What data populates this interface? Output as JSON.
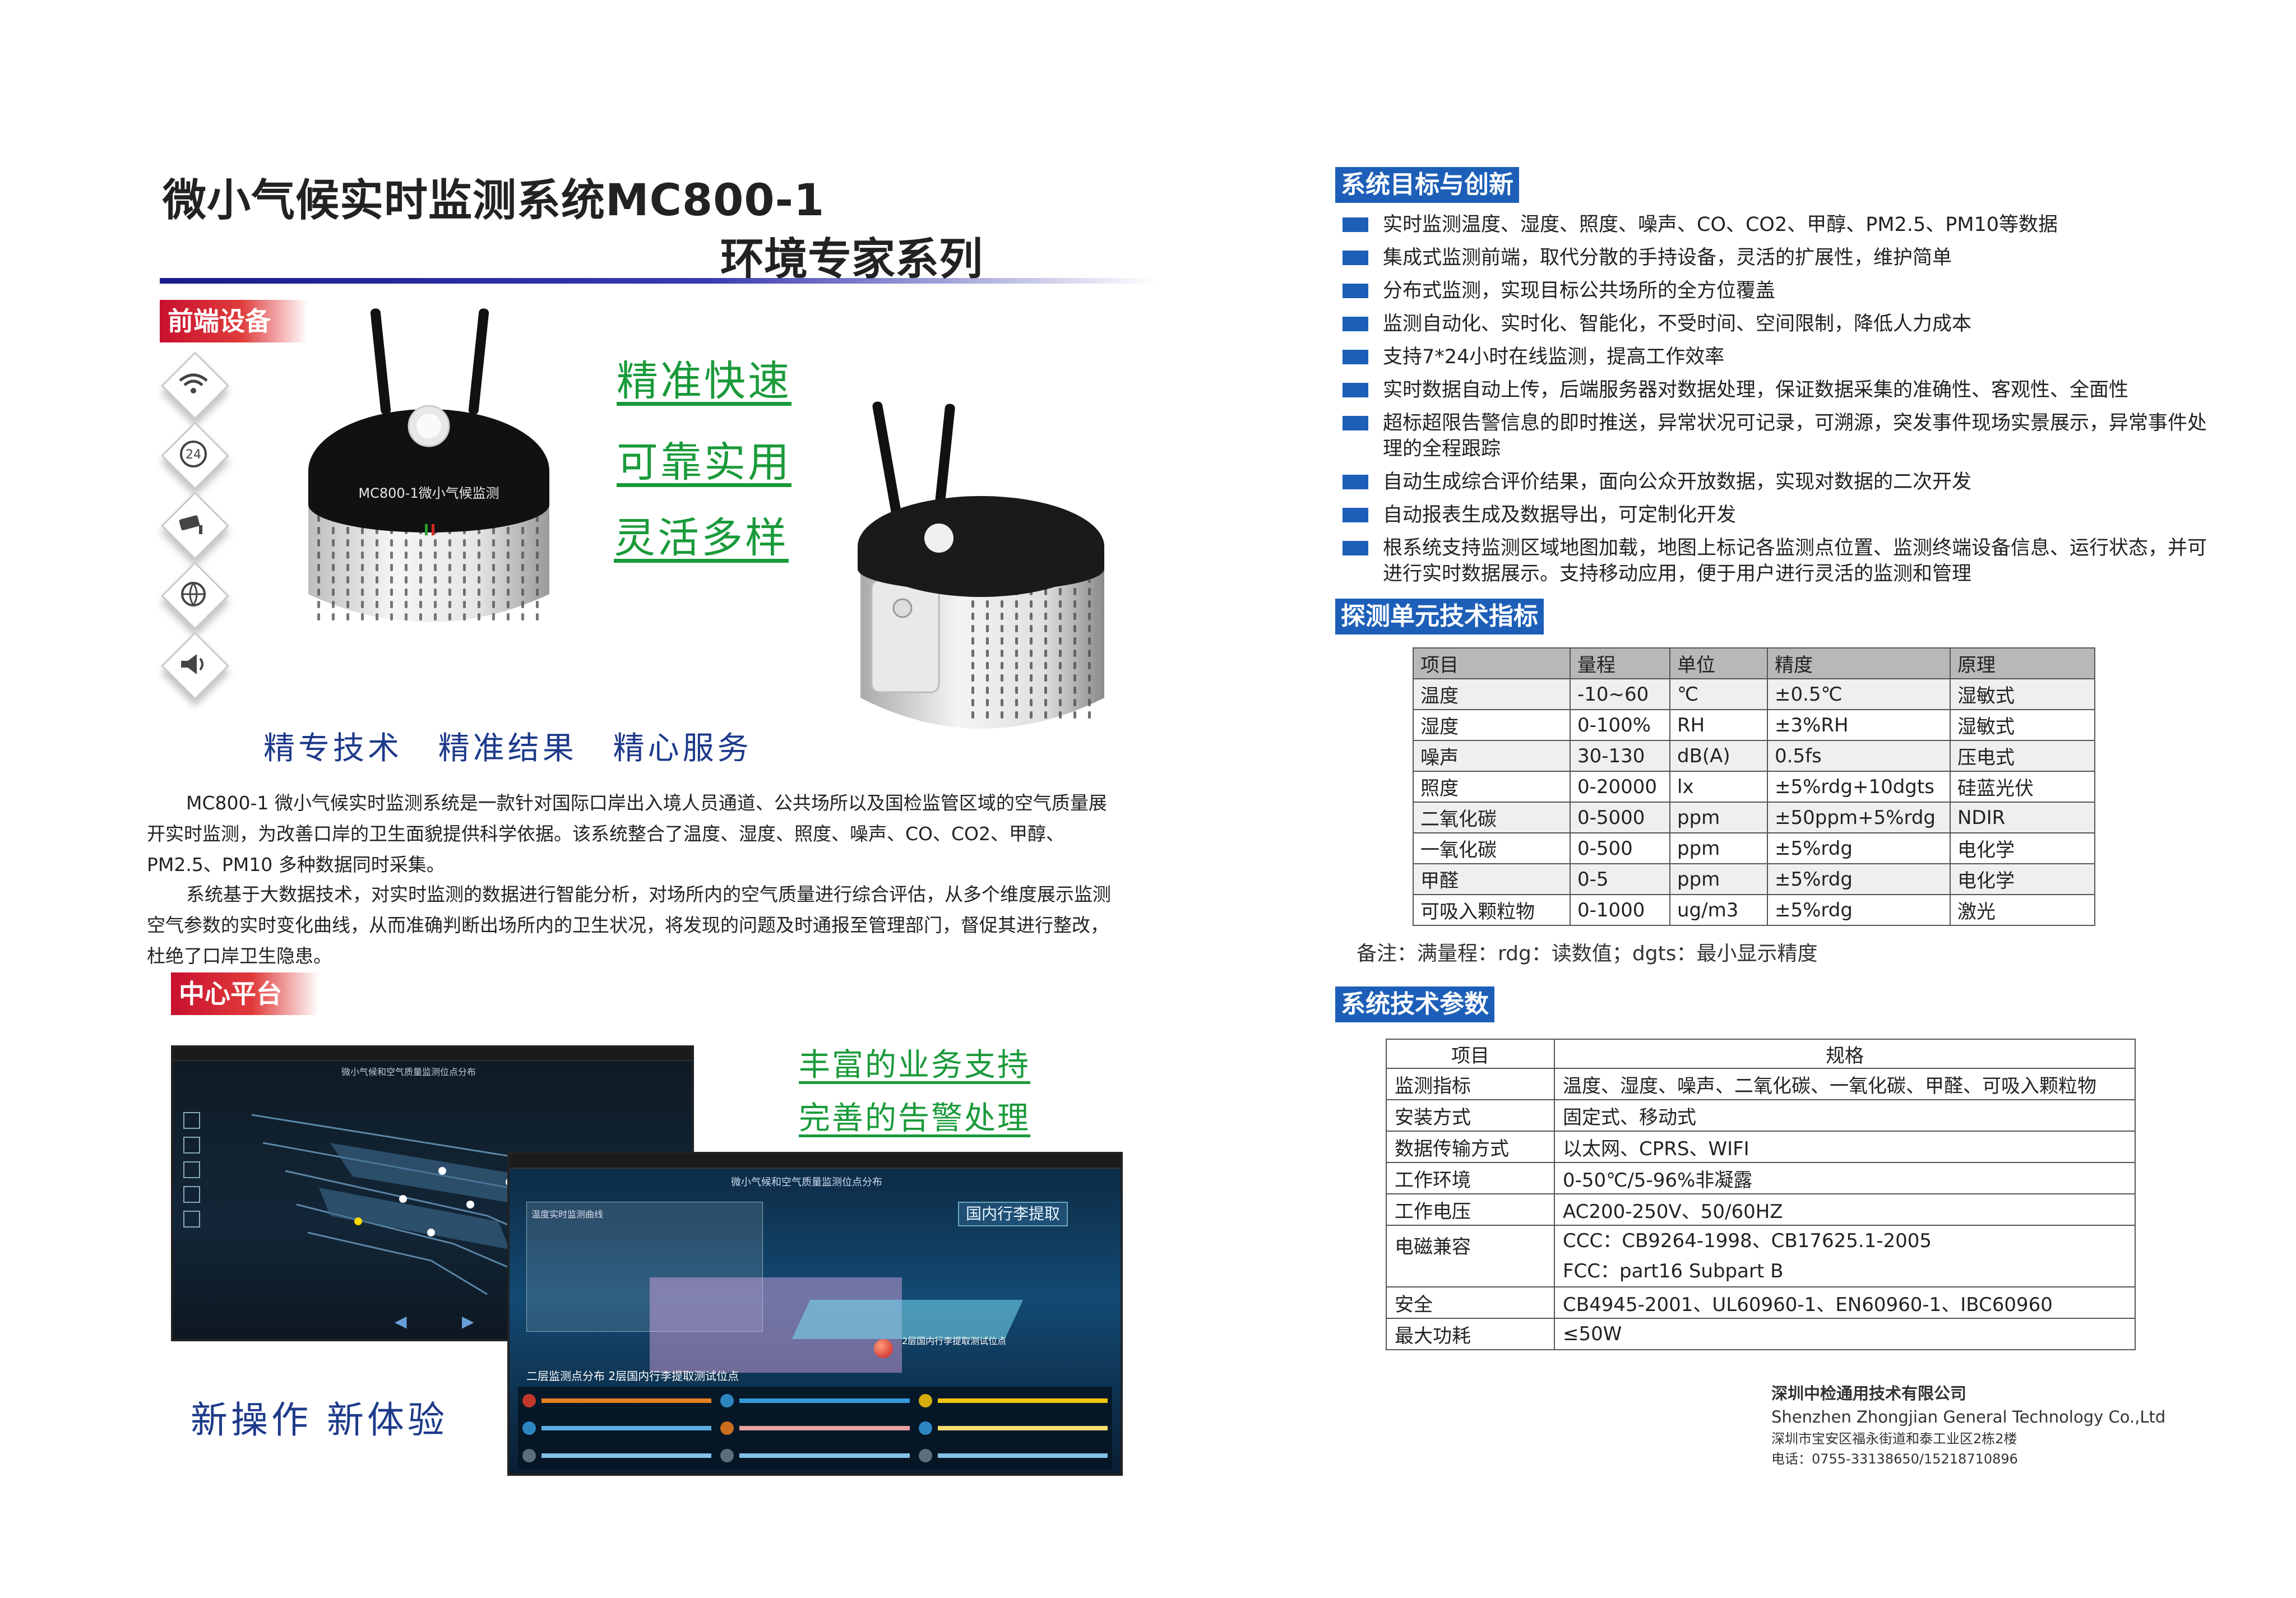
{
  "title": {
    "line1": "微小气候实时监测系统MC800-1",
    "line2": "环境专家系列"
  },
  "sections": {
    "frontend": "前端设备",
    "platform": "中心平台",
    "goals": "系统目标与创新",
    "indicators": "探测单元技术指标",
    "params": "系统技术参数"
  },
  "slogans": {
    "s1": "精准快速",
    "s2": "可靠实用",
    "s3": "灵活多样",
    "motto": "精专技术  精准结果  精心服务",
    "biz": "丰富的业务支持",
    "alarm": "完善的告警处理",
    "new_op": "新操作 新体验"
  },
  "device_icons": [
    "wifi-icon",
    "clock-24-icon",
    "camera-icon",
    "globe-icon",
    "speaker-icon"
  ],
  "device_label": "MC800-1微小气候监测",
  "intro": {
    "p1": "MC800-1 微小气候实时监测系统是一款针对国际口岸出入境人员通道、公共场所以及国检监管区域的空气质量展开实时监测，为改善口岸的卫生面貌提供科学依据。该系统整合了温度、湿度、照度、噪声、CO、CO2、甲醇、PM2.5、PM10 多种数据同时采集。",
    "p2": "系统基于大数据技术，对实时监测的数据进行智能分析，对场所内的空气质量进行综合评估，从多个维度展示监测空气参数的实时变化曲线，从而准确判断出场所内的卫生状况，将发现的问题及时通报至管理部门，督促其进行整改，杜绝了口岸卫生隐患。"
  },
  "screens": {
    "main_title": "微小气候和空气质量监测位点分布",
    "hall_label": "国内行李提取",
    "panel_title": "温度实时监测曲线",
    "point_label": "2层国内行李提取测试位点",
    "bottom_title": "二层监测点分布   2层国内行李提取测试位点"
  },
  "goals": [
    "实时监测温度、湿度、照度、噪声、CO、CO2、甲醇、PM2.5、PM10等数据",
    "集成式监测前端，取代分散的手持设备，灵活的扩展性，维护简单",
    "分布式监测，实现目标公共场所的全方位覆盖",
    "监测自动化、实时化、智能化，不受时间、空间限制，降低人力成本",
    "支持7*24小时在线监测，提高工作效率",
    "实时数据自动上传，后端服务器对数据处理，保证数据采集的准确性、客观性、全面性",
    "超标超限告警信息的即时推送，异常状况可记录，可溯源，突发事件现场实景展示，异常事件处理的全程跟踪",
    "自动生成综合评价结果，面向公众开放数据，实现对数据的二次开发",
    "自动报表生成及数据导出，可定制化开发",
    "根系统支持监测区域地图加载，地图上标记各监测点位置、监测终端设备信息、运行状态，并可进行实时数据展示。支持移动应用，便于用户进行灵活的监测和管理"
  ],
  "indicator_table": {
    "headers": [
      "项目",
      "量程",
      "单位",
      "精度",
      "原理"
    ],
    "rows": [
      [
        "温度",
        "-10~60",
        "℃",
        "±0.5℃",
        "湿敏式"
      ],
      [
        "湿度",
        "0-100%",
        "RH",
        "±3%RH",
        "湿敏式"
      ],
      [
        "噪声",
        "30-130",
        "dB(A)",
        "0.5fs",
        "压电式"
      ],
      [
        "照度",
        "0-20000",
        "lx",
        "±5%rdg+10dgts",
        "硅蓝光伏"
      ],
      [
        "二氧化碳",
        "0-5000",
        "ppm",
        "±50ppm+5%rdg",
        "NDIR"
      ],
      [
        "一氧化碳",
        "0-500",
        "ppm",
        "±5%rdg",
        "电化学"
      ],
      [
        "甲醛",
        "0-5",
        "ppm",
        "±5%rdg",
        "电化学"
      ],
      [
        "可吸入颗粒物",
        "0-1000",
        "ug/m3",
        "±5%rdg",
        "激光"
      ]
    ],
    "note": "备注：满量程：rdg：读数值；dgts：最小显示精度"
  },
  "param_table": {
    "headers": [
      "项目",
      "规格"
    ],
    "rows": [
      {
        "k": "监测指标",
        "v": "温度、湿度、噪声、二氧化碳、一氧化碳、甲醛、可吸入颗粒物"
      },
      {
        "k": "安装方式",
        "v": "固定式、移动式"
      },
      {
        "k": "数据传输方式",
        "v": "以太网、CPRS、WIFI"
      },
      {
        "k": "工作环境",
        "v": "0-50℃/5-96%非凝露"
      },
      {
        "k": "工作电压",
        "v": "AC200-250V、50/60HZ"
      },
      {
        "k": "电磁兼容",
        "v": "CCC：CB9264-1998、CB17625.1-2005",
        "v2": "FCC：part16  Subpart B"
      },
      {
        "k": "安全",
        "v": "CB4945-2001、UL60960-1、EN60960-1、IBC60960"
      },
      {
        "k": "最大功耗",
        "v": "≤50W"
      }
    ]
  },
  "company": {
    "name_cn": "深圳中检通用技术有限公司",
    "name_en": "Shenzhen Zhongjian General Technology Co.,Ltd",
    "address": "深圳市宝安区福永街道和泰工业区2栋2楼",
    "phone": "电话：0755-33138650/15218710896"
  },
  "colors": {
    "accent_blue": "#1d5fb8",
    "accent_red": "#c8102e",
    "slogan_green": "#1a9a3a",
    "title_navy": "#1a1a8a"
  }
}
